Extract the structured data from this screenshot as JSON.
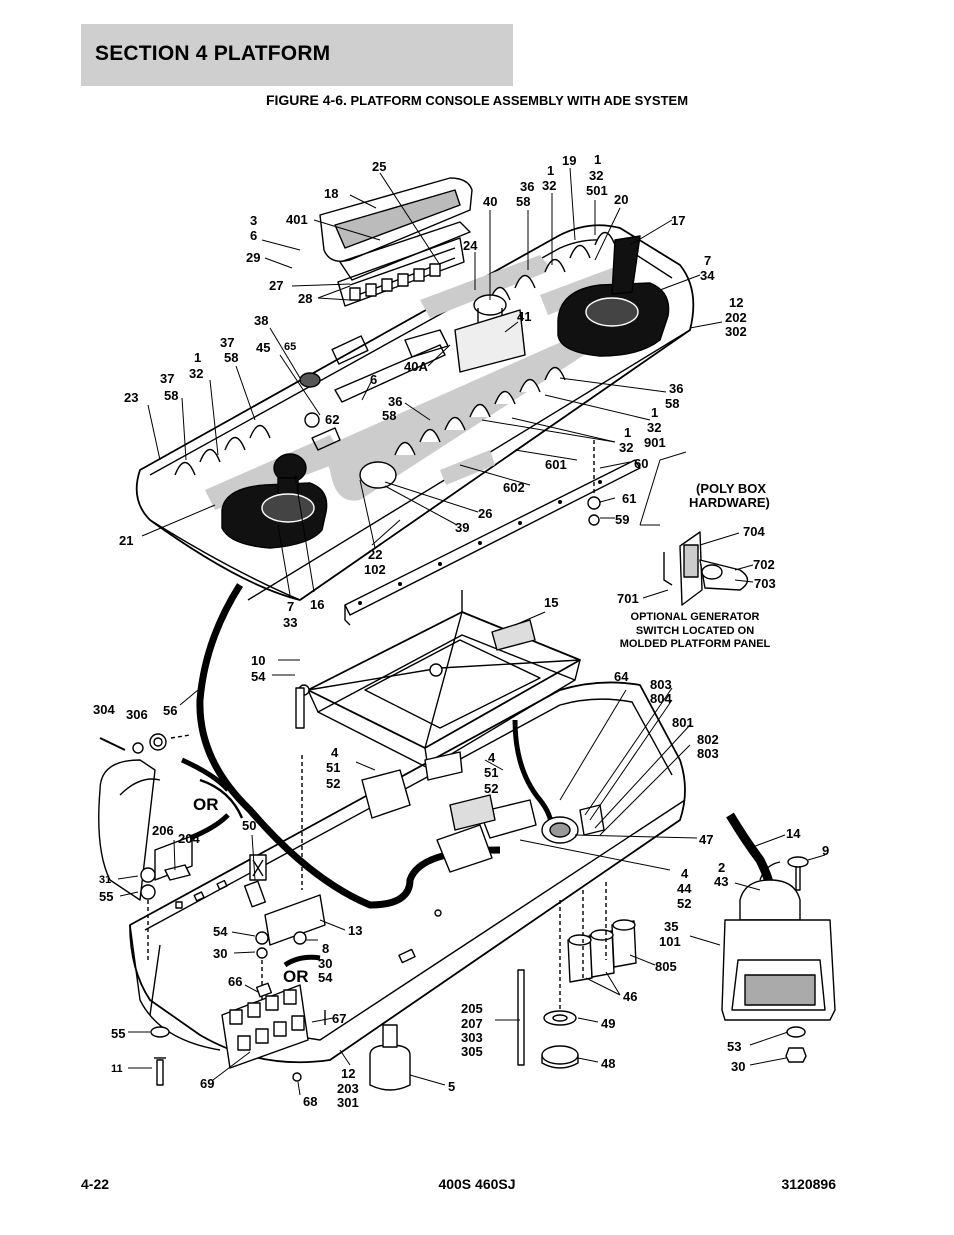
{
  "header": {
    "section_title": "SECTION 4   PLATFORM",
    "figure_prefix": "FIGURE 4-6.",
    "figure_name": " PLATFORM CONSOLE ASSEMBLY WITH ADE SYSTEM"
  },
  "footer": {
    "page": "4-22",
    "model": "400S 460SJ",
    "doc_number": "3120896"
  },
  "callouts": [
    {
      "id": "c-25",
      "text": "25"
    },
    {
      "id": "c-18",
      "text": "18"
    },
    {
      "id": "c-401",
      "text": "401"
    },
    {
      "id": "c-3",
      "text": "3"
    },
    {
      "id": "c-6a",
      "text": "6"
    },
    {
      "id": "c-29",
      "text": "29"
    },
    {
      "id": "c-27",
      "text": "27"
    },
    {
      "id": "c-28",
      "text": "28"
    },
    {
      "id": "c-40",
      "text": "40"
    },
    {
      "id": "c-36a",
      "text": "36"
    },
    {
      "id": "c-58a",
      "text": "58"
    },
    {
      "id": "c-1a",
      "text": "1"
    },
    {
      "id": "c-32a",
      "text": "32"
    },
    {
      "id": "c-19",
      "text": "19"
    },
    {
      "id": "c-1b",
      "text": "1"
    },
    {
      "id": "c-32b",
      "text": "32"
    },
    {
      "id": "c-501",
      "text": "501"
    },
    {
      "id": "c-20",
      "text": "20"
    },
    {
      "id": "c-17",
      "text": "17"
    },
    {
      "id": "c-7a",
      "text": "7"
    },
    {
      "id": "c-34",
      "text": "34"
    },
    {
      "id": "c-12a",
      "text": "12"
    },
    {
      "id": "c-202",
      "text": "202"
    },
    {
      "id": "c-302",
      "text": "302"
    },
    {
      "id": "c-24",
      "text": "24"
    },
    {
      "id": "c-41",
      "text": "41"
    },
    {
      "id": "c-38",
      "text": "38"
    },
    {
      "id": "c-65",
      "text": "65"
    },
    {
      "id": "c-37a",
      "text": "37"
    },
    {
      "id": "c-58b",
      "text": "58"
    },
    {
      "id": "c-45",
      "text": "45"
    },
    {
      "id": "c-40A",
      "text": "40A"
    },
    {
      "id": "c-1c",
      "text": "1"
    },
    {
      "id": "c-32c",
      "text": "32"
    },
    {
      "id": "c-37b",
      "text": "37"
    },
    {
      "id": "c-58c",
      "text": "58"
    },
    {
      "id": "c-23",
      "text": "23"
    },
    {
      "id": "c-6b",
      "text": "6"
    },
    {
      "id": "c-36b",
      "text": "36"
    },
    {
      "id": "c-58d",
      "text": "58"
    },
    {
      "id": "c-62",
      "text": "62"
    },
    {
      "id": "c-36c",
      "text": "36"
    },
    {
      "id": "c-58e",
      "text": "58"
    },
    {
      "id": "c-1d",
      "text": "1"
    },
    {
      "id": "c-32d",
      "text": "32"
    },
    {
      "id": "c-901",
      "text": "901"
    },
    {
      "id": "c-1e",
      "text": "1"
    },
    {
      "id": "c-32e",
      "text": "32"
    },
    {
      "id": "c-601",
      "text": "601"
    },
    {
      "id": "c-60",
      "text": "60"
    },
    {
      "id": "c-602",
      "text": "602"
    },
    {
      "id": "c-61",
      "text": "61"
    },
    {
      "id": "c-59",
      "text": "59"
    },
    {
      "id": "c-26",
      "text": "26"
    },
    {
      "id": "c-39",
      "text": "39"
    },
    {
      "id": "c-21",
      "text": "21"
    },
    {
      "id": "c-22",
      "text": "22"
    },
    {
      "id": "c-102",
      "text": "102"
    },
    {
      "id": "c-7b",
      "text": "7"
    },
    {
      "id": "c-33",
      "text": "33"
    },
    {
      "id": "c-16",
      "text": "16"
    },
    {
      "id": "c-704",
      "text": "704"
    },
    {
      "id": "c-702",
      "text": "702"
    },
    {
      "id": "c-703",
      "text": "703"
    },
    {
      "id": "c-701",
      "text": "701"
    },
    {
      "id": "c-15",
      "text": "15"
    },
    {
      "id": "c-10",
      "text": "10"
    },
    {
      "id": "c-54a",
      "text": "54"
    },
    {
      "id": "c-304",
      "text": "304"
    },
    {
      "id": "c-306",
      "text": "306"
    },
    {
      "id": "c-56",
      "text": "56"
    },
    {
      "id": "c-64",
      "text": "64"
    },
    {
      "id": "c-803a",
      "text": "803"
    },
    {
      "id": "c-804",
      "text": "804"
    },
    {
      "id": "c-801",
      "text": "801"
    },
    {
      "id": "c-802",
      "text": "802"
    },
    {
      "id": "c-803b",
      "text": "803"
    },
    {
      "id": "c-4a",
      "text": "4"
    },
    {
      "id": "c-51a",
      "text": "51"
    },
    {
      "id": "c-52a",
      "text": "52"
    },
    {
      "id": "c-4b",
      "text": "4"
    },
    {
      "id": "c-51b",
      "text": "51"
    },
    {
      "id": "c-52b",
      "text": "52"
    },
    {
      "id": "c-47",
      "text": "47"
    },
    {
      "id": "c-14",
      "text": "14"
    },
    {
      "id": "c-9",
      "text": "9"
    },
    {
      "id": "c-2",
      "text": "2"
    },
    {
      "id": "c-43",
      "text": "43"
    },
    {
      "id": "c-4c",
      "text": "4"
    },
    {
      "id": "c-44",
      "text": "44"
    },
    {
      "id": "c-52c",
      "text": "52"
    },
    {
      "id": "c-206",
      "text": "206"
    },
    {
      "id": "c-204",
      "text": "204"
    },
    {
      "id": "c-50",
      "text": "50"
    },
    {
      "id": "c-31",
      "text": "31"
    },
    {
      "id": "c-55a",
      "text": "55"
    },
    {
      "id": "c-13",
      "text": "13"
    },
    {
      "id": "c-54b",
      "text": "54"
    },
    {
      "id": "c-8",
      "text": "8"
    },
    {
      "id": "c-30a",
      "text": "30"
    },
    {
      "id": "c-54c",
      "text": "54"
    },
    {
      "id": "c-30b",
      "text": "30"
    },
    {
      "id": "c-35",
      "text": "35"
    },
    {
      "id": "c-101",
      "text": "101"
    },
    {
      "id": "c-805",
      "text": "805"
    },
    {
      "id": "c-46",
      "text": "46"
    },
    {
      "id": "c-66",
      "text": "66"
    },
    {
      "id": "c-67",
      "text": "67"
    },
    {
      "id": "c-49",
      "text": "49"
    },
    {
      "id": "c-55b",
      "text": "55"
    },
    {
      "id": "c-205",
      "text": "205"
    },
    {
      "id": "c-207",
      "text": "207"
    },
    {
      "id": "c-303",
      "text": "303"
    },
    {
      "id": "c-305",
      "text": "305"
    },
    {
      "id": "c-48",
      "text": "48"
    },
    {
      "id": "c-53",
      "text": "53"
    },
    {
      "id": "c-30c",
      "text": "30"
    },
    {
      "id": "c-11",
      "text": "11"
    },
    {
      "id": "c-69",
      "text": "69"
    },
    {
      "id": "c-12b",
      "text": "12"
    },
    {
      "id": "c-203",
      "text": "203"
    },
    {
      "id": "c-301",
      "text": "301"
    },
    {
      "id": "c-5",
      "text": "5"
    },
    {
      "id": "c-68",
      "text": "68"
    }
  ],
  "or_labels": [
    "OR",
    "OR"
  ],
  "notes": {
    "poly_box_1": "(POLY BOX",
    "poly_box_2": "HARDWARE)",
    "generator_1": "OPTIONAL GENERATOR",
    "generator_2": "SWITCH LOCATED ON",
    "generator_3": "MOLDED PLATFORM PANEL"
  }
}
